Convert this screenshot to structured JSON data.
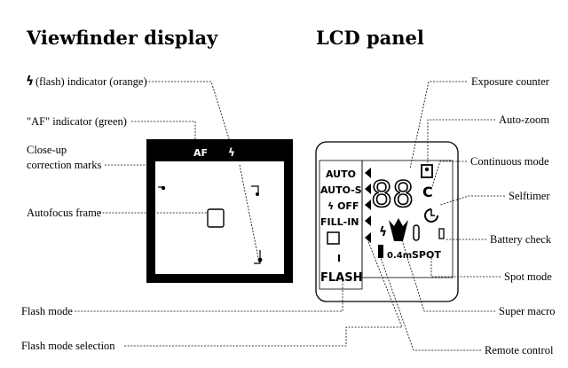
{
  "headings": {
    "viewfinder": "Viewfinder display",
    "lcd": "LCD panel"
  },
  "labels": {
    "flash_indicator": "(flash) indicator (orange)",
    "af_indicator": "\"AF\" indicator (green)",
    "closeup_line1": "Close-up",
    "closeup_line2": "correction marks",
    "autofocus_frame": "Autofocus frame",
    "flash_mode": "Flash mode",
    "flash_mode_selection": "Flash mode selection",
    "exposure_counter": "Exposure counter",
    "auto_zoom": "Auto-zoom",
    "continuous_mode": "Continuous mode",
    "selftimer": "Selftimer",
    "battery_check": "Battery check",
    "spot_mode": "Spot mode",
    "super_macro": "Super macro",
    "remote_control": "Remote control"
  },
  "viewfinder": {
    "af_text": "AF",
    "flash_glyph": "ϟ"
  },
  "lcd_panel": {
    "modes": [
      "AUTO",
      "AUTO-S",
      "ϟ OFF",
      "FILL-IN"
    ],
    "counter": "88",
    "continuous_char": "C",
    "flash_text": "FLASH",
    "bar_char": "I",
    "distance": "0.4m",
    "spot": "SPOT",
    "flash_glyph": "ϟ"
  }
}
